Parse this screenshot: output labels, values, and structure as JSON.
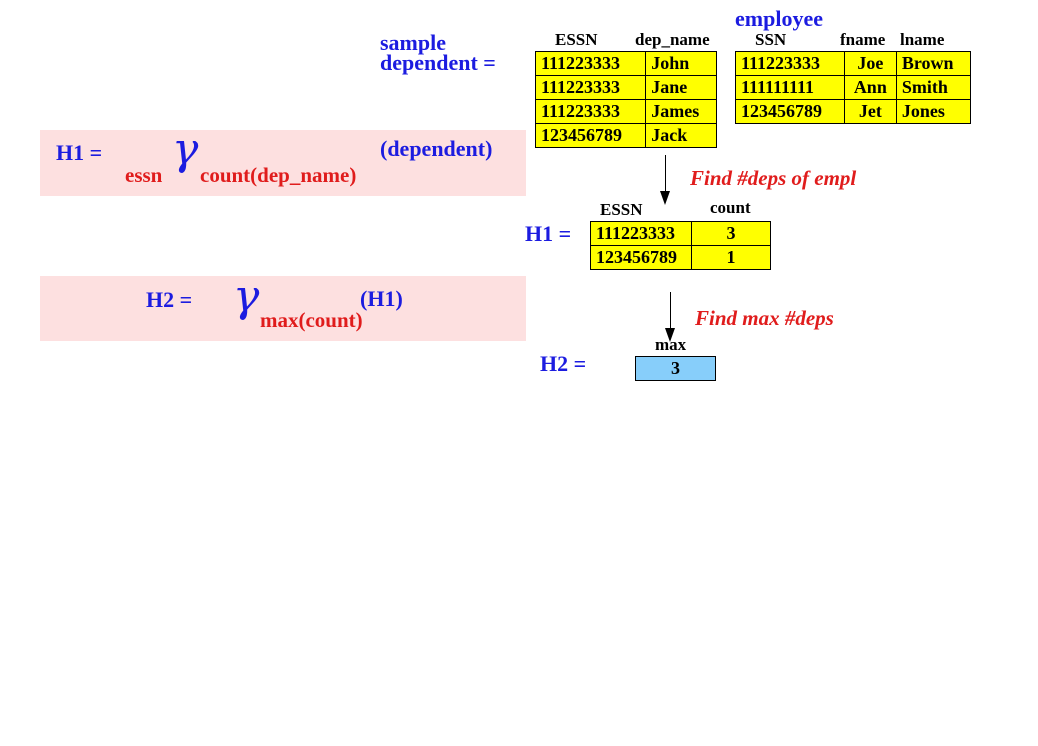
{
  "labels": {
    "sample": "sample",
    "dependent_eq": "dependent =",
    "employee": "employee",
    "h1_result": "H1 =",
    "h2_result": "H2 ="
  },
  "formula1": {
    "lhs": "H1 =",
    "group_attr": "essn",
    "gamma": "γ",
    "agg": "count(dep_name)",
    "relation": "(dependent)"
  },
  "formula2": {
    "lhs": "H2 =",
    "gamma": "γ",
    "agg": "max(count)",
    "relation": "(H1)"
  },
  "dependent_table": {
    "headers": [
      "ESSN",
      "dep_name"
    ],
    "rows": [
      [
        "111223333",
        "John"
      ],
      [
        "111223333",
        "Jane"
      ],
      [
        "111223333",
        "James"
      ],
      [
        "123456789",
        "Jack"
      ]
    ]
  },
  "employee_table": {
    "headers": [
      "SSN",
      "fname",
      "lname"
    ],
    "rows": [
      [
        "111223333",
        "Joe",
        "Brown"
      ],
      [
        "111111111",
        "Ann",
        "Smith"
      ],
      [
        "123456789",
        "Jet",
        "Jones"
      ]
    ]
  },
  "h1_table": {
    "headers": [
      "ESSN",
      "count"
    ],
    "rows": [
      [
        "111223333",
        "3"
      ],
      [
        "123456789",
        "1"
      ]
    ]
  },
  "h2_table": {
    "headers": [
      "max"
    ],
    "rows": [
      [
        "3"
      ]
    ]
  },
  "annotations": {
    "step1": "Find #deps of empl",
    "step2": "Find max #deps"
  },
  "colors": {
    "panel": "#fde0e0",
    "table_fill": "#ffff00",
    "result_fill": "#87cefa",
    "label_blue": "#1c1ce0",
    "label_red": "#e01c1c"
  }
}
